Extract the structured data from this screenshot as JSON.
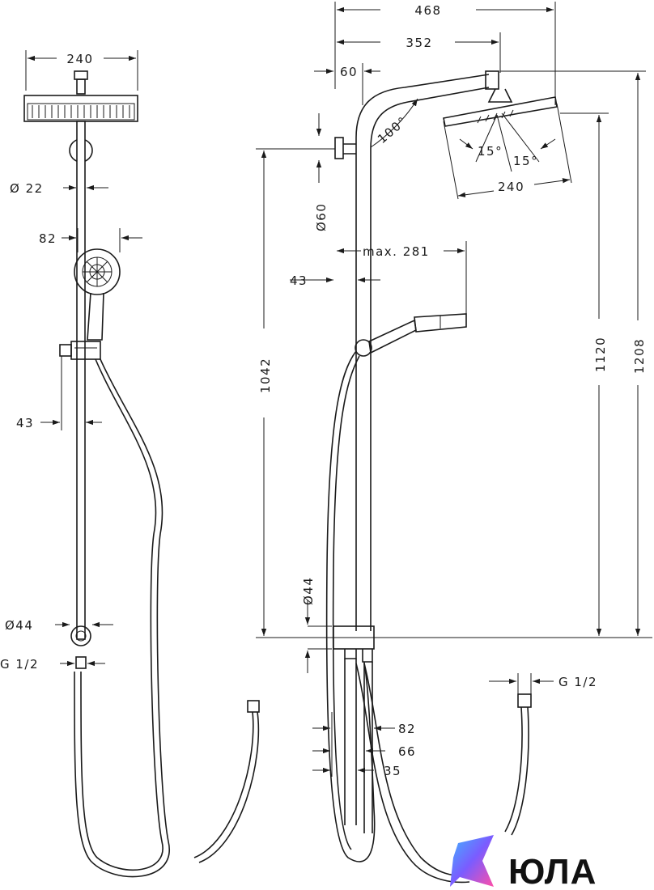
{
  "colors": {
    "line": "#1a1a1a",
    "background": "#ffffff",
    "logo_text": "#111111"
  },
  "front_view": {
    "width_head": "240",
    "pipe_dia": "Ø 22",
    "hand_shower_dia": "82",
    "hand_offset": "43",
    "mixer_dia": "Ø44",
    "inlet_thread": "G 1/2"
  },
  "side_view": {
    "overall_reach": "468",
    "arm_reach": "352",
    "wall_offset": "60",
    "arm_angle": "100°",
    "spray_angle_left": "15°",
    "spray_angle_right": "15°",
    "head_width": "240",
    "wall_flange_dia": "Ø60",
    "hand_reach": "max. 281",
    "pipe_offset": "43",
    "height_lower": "1042",
    "height_head": "1120",
    "height_total": "1208",
    "mixer_dia": "Ø44",
    "conn_82": "82",
    "conn_66": "66",
    "conn_35": "35"
  },
  "hose_thread": "G 1/2",
  "logo": {
    "text": "ЮЛА",
    "icon": "star-logo-icon"
  }
}
